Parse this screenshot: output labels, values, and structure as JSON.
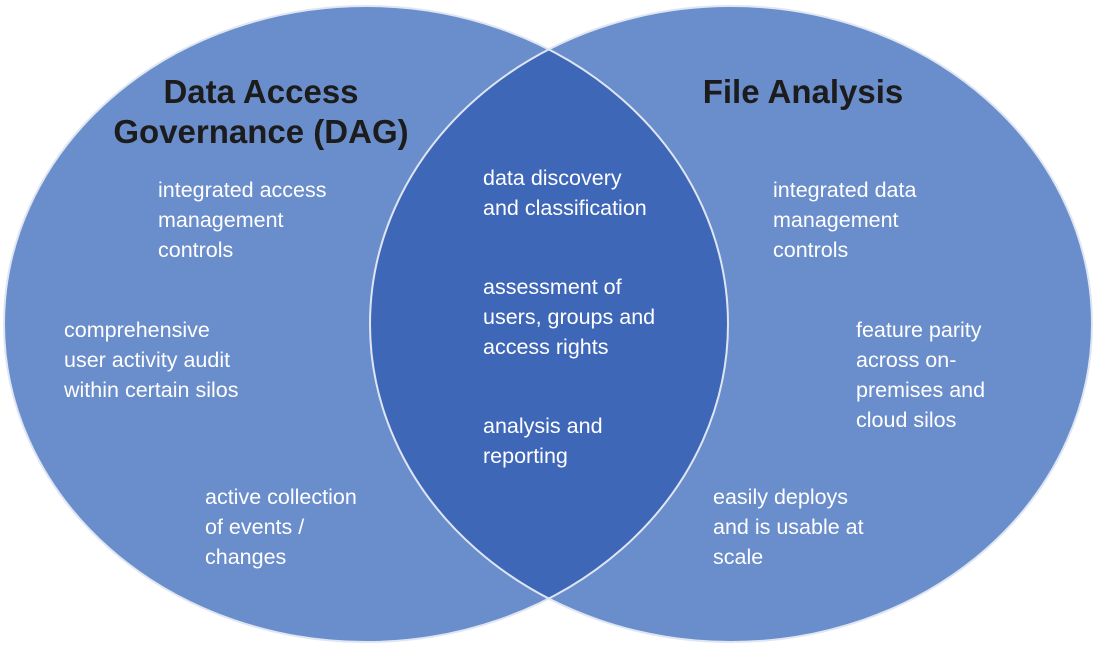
{
  "colors": {
    "circle_fill": "#6a8dcb",
    "circle_stroke": "#dfe6f3",
    "overlap_fill": "#3f67b8",
    "title_text": "#1c1c1c",
    "item_text": "#ffffff"
  },
  "left": {
    "title": "Data Access\nGovernance (DAG)",
    "items": [
      "integrated access\nmanagement\ncontrols",
      "comprehensive\nuser activity audit\nwithin certain silos",
      "active collection\nof events /\nchanges"
    ]
  },
  "right": {
    "title": "File Analysis",
    "items": [
      "integrated data\nmanagement\ncontrols",
      "feature parity\nacross on-\npremises and\ncloud silos",
      "easily deploys\nand is usable at\nscale"
    ]
  },
  "overlap": {
    "items": [
      "data discovery\nand classification",
      "assessment of\nusers, groups and\naccess rights",
      "analysis and\nreporting"
    ]
  }
}
